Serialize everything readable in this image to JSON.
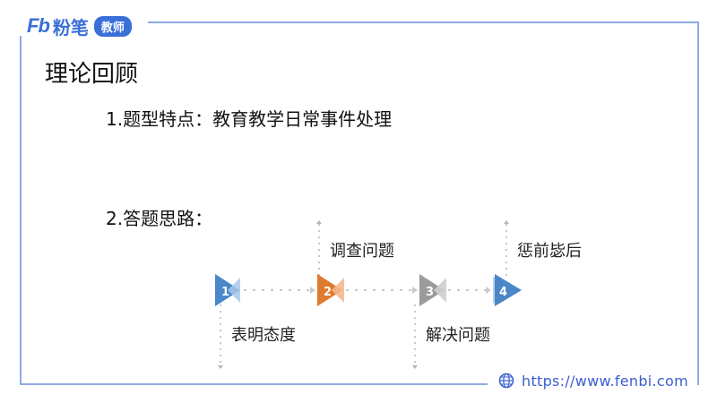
{
  "brand": {
    "logo_mark": "Fb",
    "name": "粉笔",
    "badge": "教师"
  },
  "slide": {
    "title": "理论回顾",
    "point1": "1.题型特点：教育教学日常事件处理",
    "point2": "2.答题思路："
  },
  "steps": [
    {
      "number": "1",
      "label": "表明态度",
      "color": "#4a86c8"
    },
    {
      "number": "2",
      "label": "调查问题",
      "color": "#e07a2e"
    },
    {
      "number": "3",
      "label": "解决问题",
      "color": "#9b9b9b"
    },
    {
      "number": "4",
      "label": "惩前毖后",
      "color": "#4a86c8"
    }
  ],
  "footer": {
    "url": "https://www.fenbi.com",
    "icon": "globe-icon"
  }
}
